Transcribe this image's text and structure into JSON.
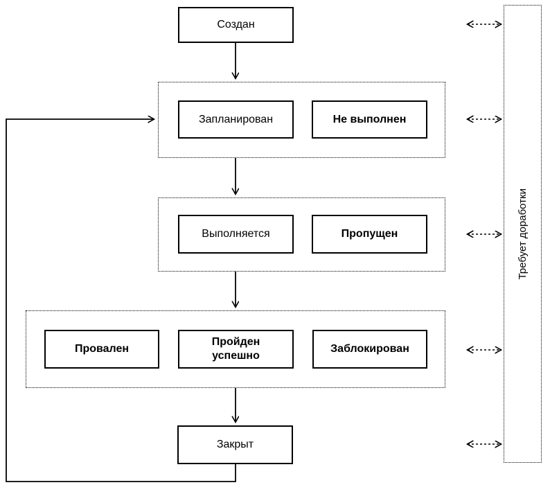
{
  "diagram": {
    "type": "state-flowchart",
    "language": "ru",
    "nodes": {
      "created": {
        "label": "Создан"
      },
      "planned": {
        "label": "Запланирован"
      },
      "not_executed": {
        "label": "Не выполнен"
      },
      "in_progress": {
        "label": "Выполняется"
      },
      "skipped": {
        "label": "Пропущен"
      },
      "failed": {
        "label": "Провален"
      },
      "passed": {
        "label": "Пройден успешно"
      },
      "blocked": {
        "label": "Заблокирован"
      },
      "closed": {
        "label": "Закрыт"
      },
      "rework_panel": {
        "label": "Требует доработки"
      }
    },
    "colors": {
      "line": "#000000",
      "text": "#000000",
      "background": "#ffffff"
    }
  }
}
